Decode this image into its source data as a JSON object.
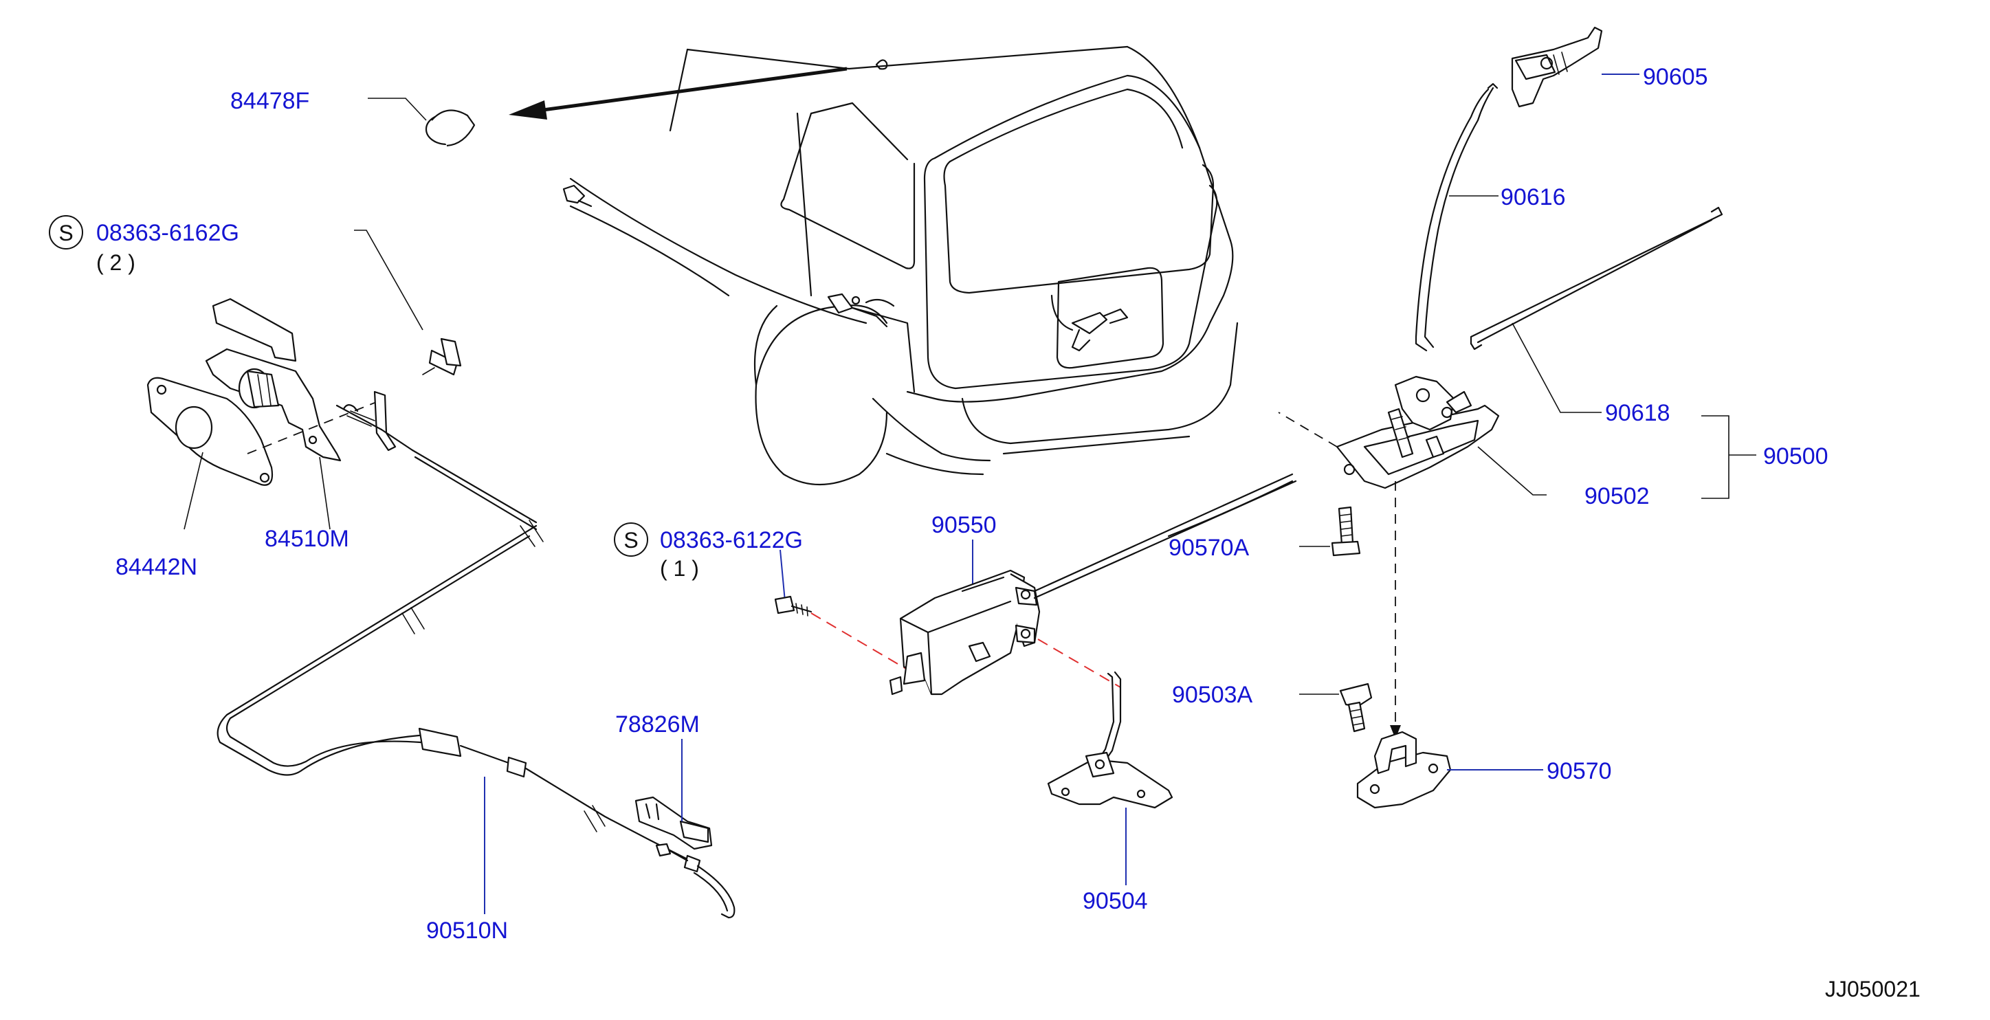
{
  "colors": {
    "label": "#1414d2",
    "ink": "#111111",
    "guide": "#e03030",
    "background": "#ffffff"
  },
  "labels": {
    "p84478F": "84478F",
    "p08363_6162G": "08363-6162G",
    "p08363_6162G_qty": "( 2 )",
    "bolt_symbol": "S",
    "p84442N": "84442N",
    "p84510M": "84510M",
    "p08363_6122G": "08363-6122G",
    "p08363_6122G_qty": "( 1 )",
    "p90550": "90550",
    "p90616": "90616",
    "p90605": "90605",
    "p90618": "90618",
    "p90500": "90500",
    "p90502": "90502",
    "p90570A": "90570A",
    "p90503A": "90503A",
    "p90570": "90570",
    "p78826M": "78826M",
    "p90504": "90504",
    "p90510N": "90510N"
  },
  "reference": "JJ050021"
}
